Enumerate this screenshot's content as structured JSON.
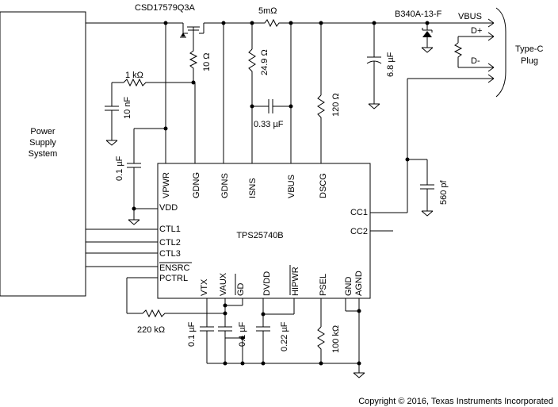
{
  "components": {
    "mosfet": "CSD17579Q3A",
    "diode": "B340A-13-F",
    "ic_name": "TPS25740B",
    "power_supply": [
      "Power",
      "Supply",
      "System"
    ],
    "connector": [
      "Type-C",
      "Plug"
    ]
  },
  "values": {
    "r_sense": "5mΩ",
    "r_gate": "10 Ω",
    "r_1k": "1 kΩ",
    "c_10n": "10 nF",
    "c_vpwr": "0.1 µF",
    "r_249": "24.9 Ω",
    "c_033": "0.33 µF",
    "r_120": "120 Ω",
    "c_68": "6.8 µF",
    "c_560": "560 pf",
    "r_220k": "220 kΩ",
    "c_vtx": "0.1 µF",
    "c_vaux": "0.1 µF",
    "c_dvdd": "0.22 µF",
    "r_100k": "100 kΩ"
  },
  "pins": {
    "top": [
      "VPWR",
      "GDNG",
      "GDNS",
      "ISNS",
      "VBUS",
      "DSCG"
    ],
    "left": [
      "VDD",
      "CTL1",
      "CTL2",
      "CTL3",
      "ENSRC",
      "PCTRL"
    ],
    "right": [
      "CC1",
      "CC2"
    ],
    "bottom": [
      "VTX",
      "VAUX",
      "GD",
      "DVDD",
      "HIPWR",
      "PSEL",
      "GND",
      "AGND"
    ]
  },
  "connector_labels": {
    "vbus": "VBUS",
    "dplus": "D+",
    "dminus": "D-"
  },
  "copyright": "Copyright © 2016, Texas Instruments Incorporated"
}
